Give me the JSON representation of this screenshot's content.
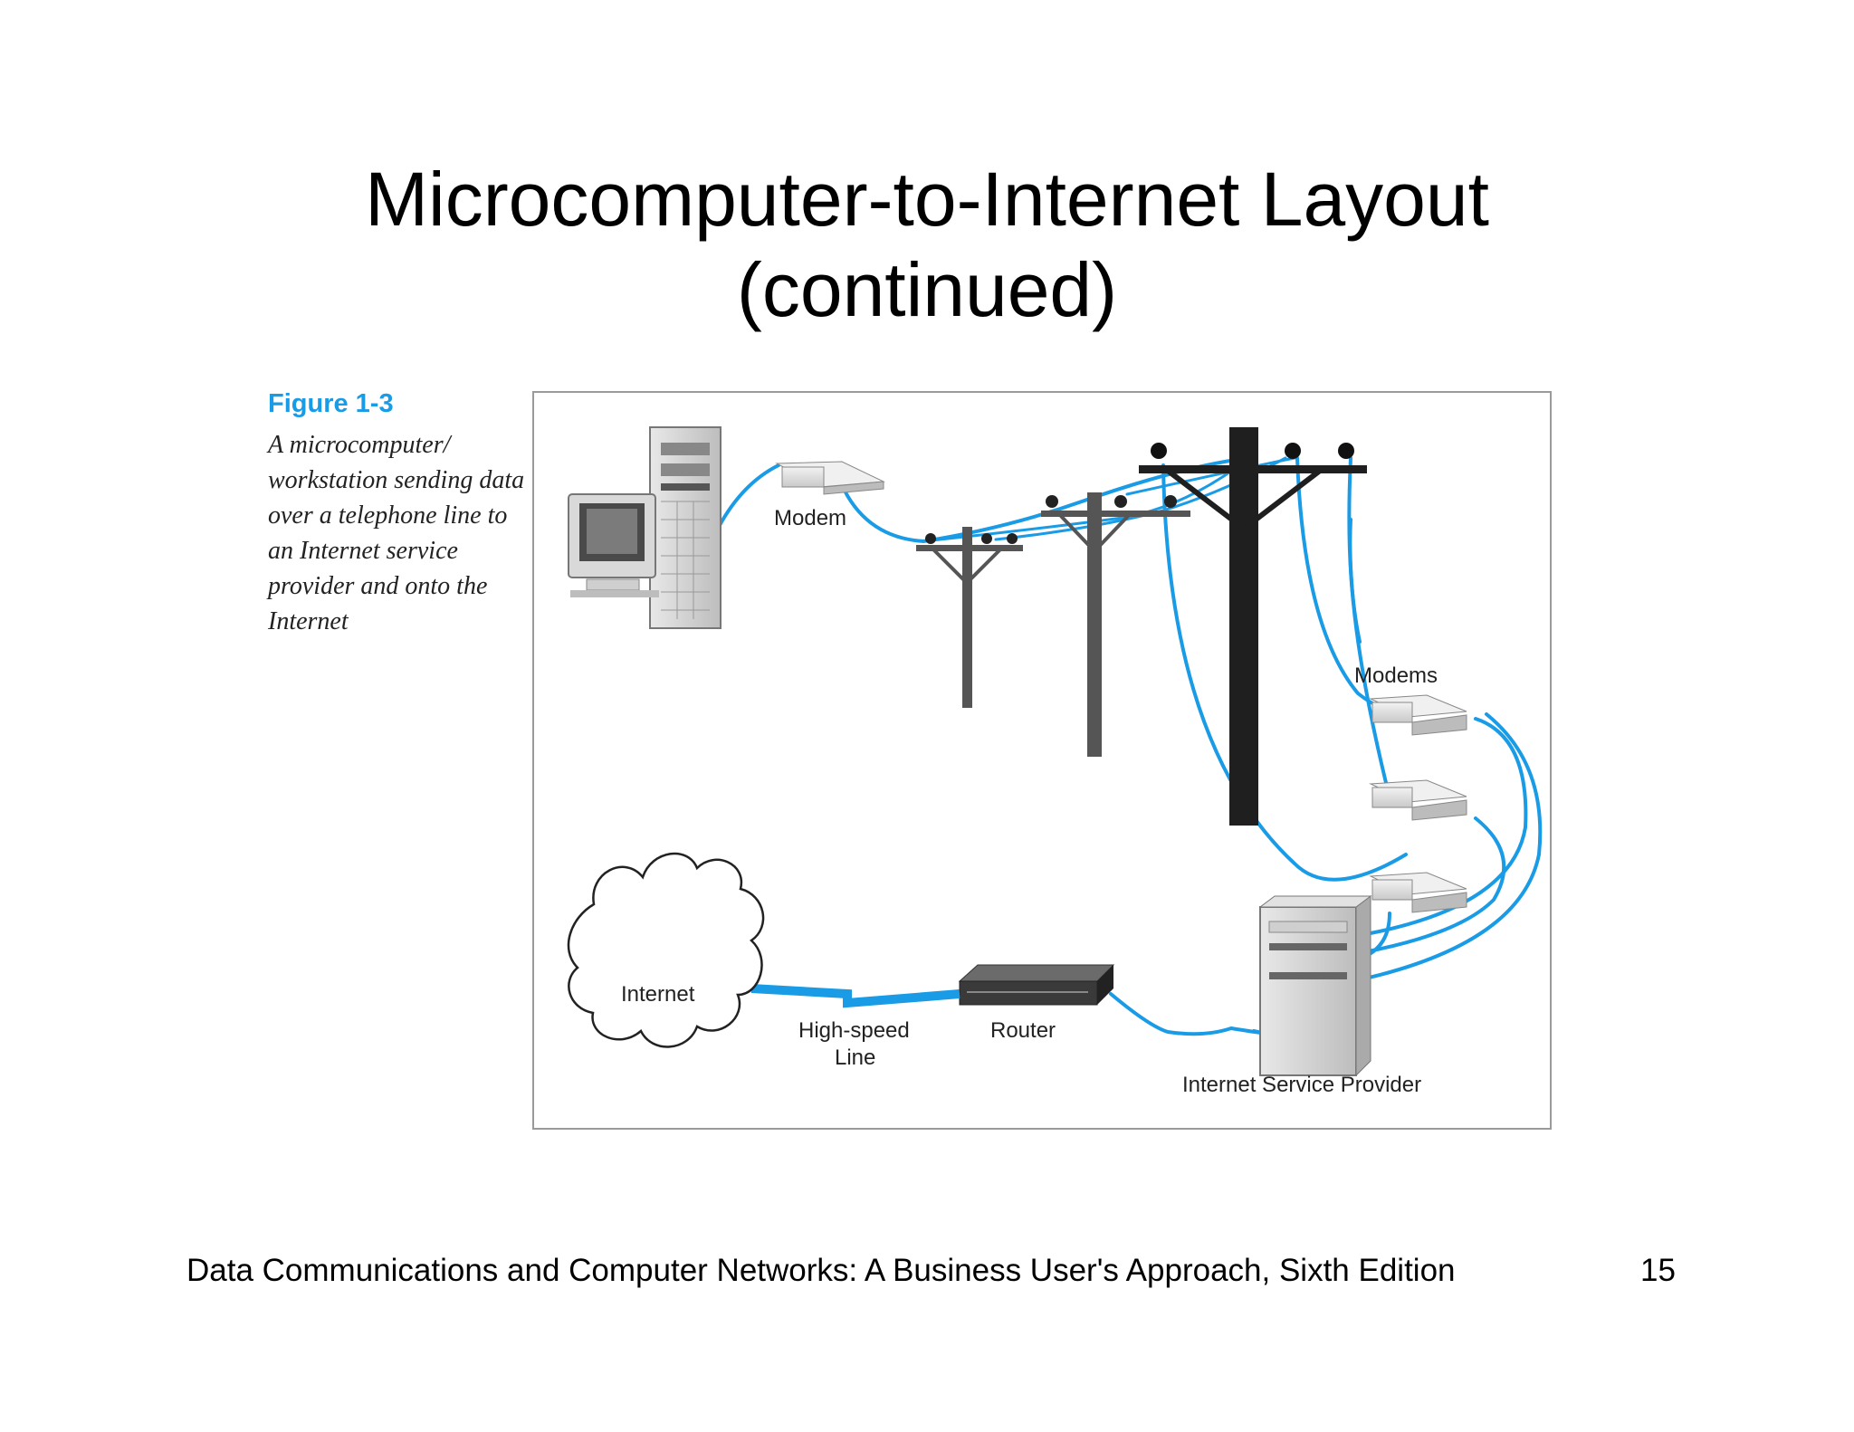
{
  "slide": {
    "title_line1": "Microcomputer-to-Internet Layout",
    "title_line2": "(continued)"
  },
  "figure": {
    "label": "Figure 1-3",
    "caption": "A microcomputer/ workstation sending data over a telephone line to an Internet service provider and onto the Internet",
    "labels": {
      "modem": "Modem",
      "modems": "Modems",
      "internet": "Internet",
      "high_speed_line_1": "High-speed",
      "high_speed_line_2": "Line",
      "router": "Router",
      "isp": "Internet Service Provider"
    },
    "colors": {
      "cable": "#1a9be6",
      "pole": "#222222",
      "label": "#1a9be6"
    }
  },
  "footer": {
    "text": "Data Communications and Computer Networks: A Business User's Approach, Sixth Edition",
    "page_number": "15"
  }
}
